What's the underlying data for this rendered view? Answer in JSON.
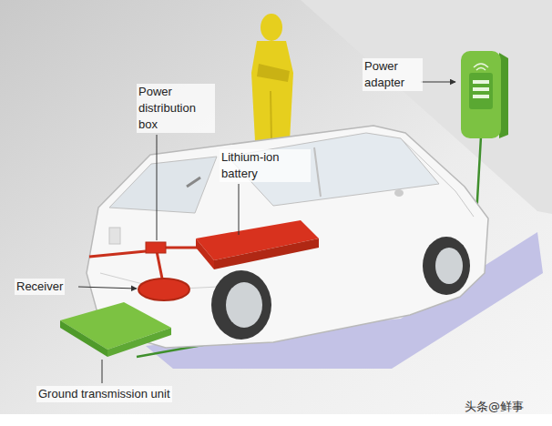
{
  "diagram": {
    "labels": [
      "Power adapter",
      "Power distribution box",
      "Lithium-ion battery",
      "Receiver",
      "Ground transmission unit",
      "头条@鲜事"
    ]
  }
}
